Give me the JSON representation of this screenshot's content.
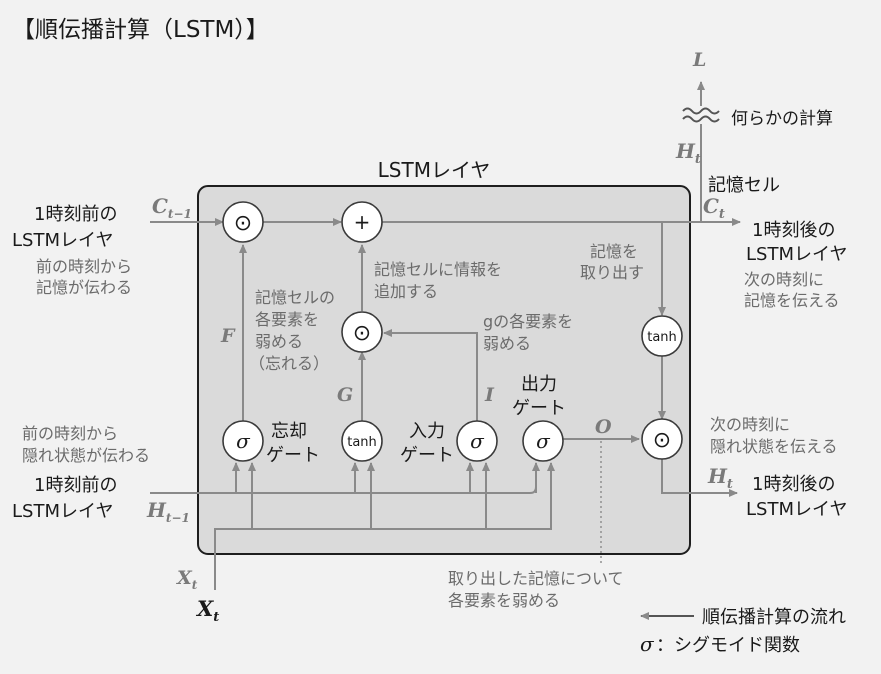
{
  "title": "【順伝播計算（LSTM）】",
  "layer_title": "LSTMレイヤ",
  "left": {
    "prev_cell_l1": "1時刻前の",
    "prev_cell_l2": "LSTMレイヤ",
    "prev_cell_note_l1": "前の時刻から",
    "prev_cell_note_l2": "記憶が伝わる",
    "prev_hidden_note_l1": "前の時刻から",
    "prev_hidden_note_l2": "隠れ状態が伝わる",
    "prev_hidden_l1": "1時刻前の",
    "prev_hidden_l2": "LSTMレイヤ"
  },
  "right": {
    "memory_cell": "記憶セル",
    "calc": "何らかの計算",
    "next_cell_l1": "1時刻後の",
    "next_cell_l2": "LSTMレイヤ",
    "next_cell_note_l1": "次の時刻に",
    "next_cell_note_l2": "記憶を伝える",
    "next_hidden_note_l1": "次の時刻に",
    "next_hidden_note_l2": "隠れ状態を伝える",
    "next_hidden_l1": "1時刻後の",
    "next_hidden_l2": "LSTMレイヤ"
  },
  "vars": {
    "L": "L",
    "Ht_top": "H",
    "Ht_top_sub": "t",
    "Ct_prev": "C",
    "Ct_prev_sub": "t−1",
    "Ct": "C",
    "Ct_sub": "t",
    "Ht_prev": "H",
    "Ht_prev_sub": "t−1",
    "Ht": "H",
    "Ht_sub": "t",
    "Xt_gray": "X",
    "Xt_gray_sub": "t",
    "Xt_bold": "X",
    "Xt_bold_sub": "t",
    "F": "F",
    "G": "G",
    "I": "I",
    "O": "O"
  },
  "inner": {
    "extract_l1": "記憶を",
    "extract_l2": "取り出す",
    "add_info_l1": "記憶セルに情報を",
    "add_info_l2": "追加する",
    "weaken_l1": "記憶セルの",
    "weaken_l2": "各要素を",
    "weaken_l3": "弱める",
    "weaken_l4": "（忘れる）",
    "g_weaken_l1": "gの各要素を",
    "g_weaken_l2": "弱める",
    "forget_gate_l1": "忘却",
    "forget_gate_l2": "ゲート",
    "input_gate_l1": "入力",
    "input_gate_l2": "ゲート",
    "output_gate_l1": "出力",
    "output_gate_l2": "ゲート"
  },
  "nodes": {
    "mul": "⊙",
    "add": "+",
    "tanh": "tanh",
    "sigma": "σ"
  },
  "bottom": {
    "note_l1": "取り出した記憶について",
    "note_l2": "各要素を弱める",
    "legend_flow": "順伝播計算の流れ",
    "legend_sigma_symbol": "σ",
    "legend_sigma_text": "：シグモイド関数"
  }
}
